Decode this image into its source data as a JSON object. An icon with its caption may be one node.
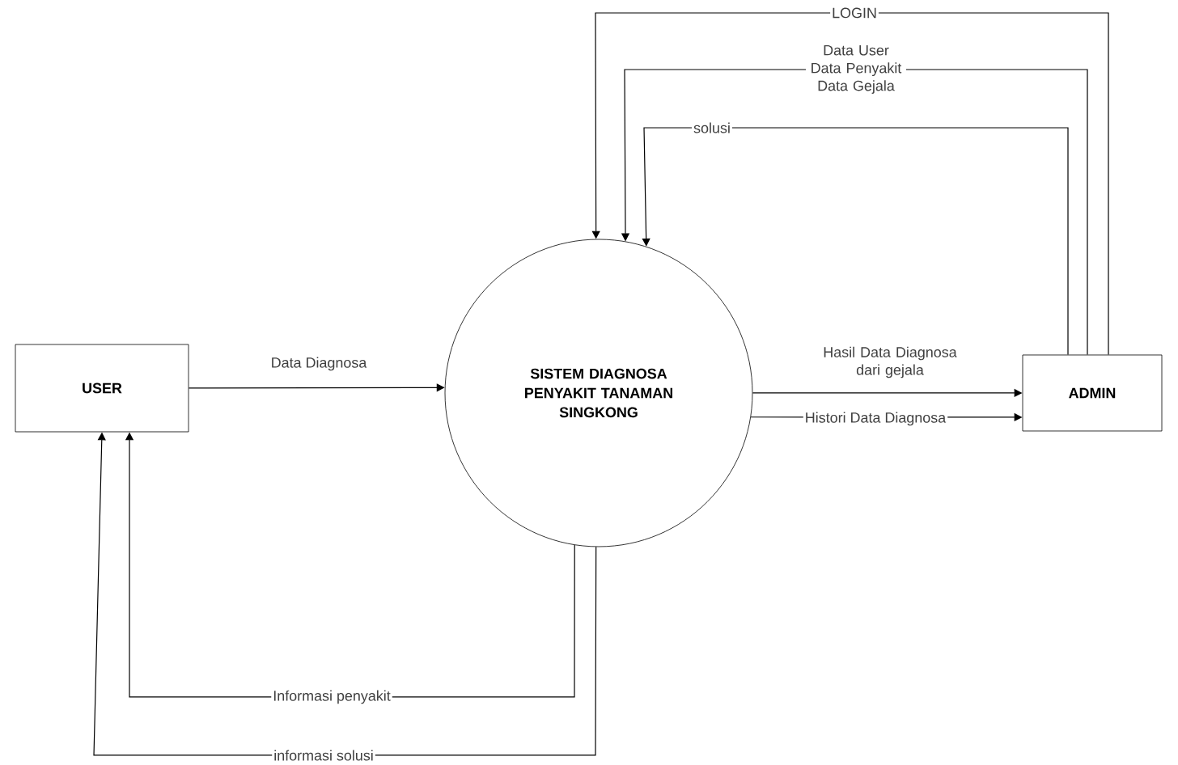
{
  "diagram": {
    "nodes": [
      {
        "text": [
          "USER"
        ]
      },
      {
        "text": [
          "SISTEM DIAGNOSA PENYAKIT TANAMAN SINGKONG"
        ]
      },
      {
        "text": [
          "ADMIN"
        ]
      }
    ],
    "edges": [
      {
        "from": 0,
        "to": 1,
        "arrow": "to",
        "label": "Data Diagnosa"
      },
      {
        "from": 1,
        "to": 2,
        "arrow": "to",
        "label": "Hasil Data Diagnosa dari gejala"
      },
      {
        "from": 1,
        "to": 2,
        "arrow": "to",
        "label": "Histori Data Diagnosa"
      },
      {
        "from": 2,
        "to": 1,
        "arrow": "to",
        "label": "LOGIN"
      },
      {
        "from": 2,
        "to": 1,
        "arrow": "to",
        "label": "Data User Data Penyakit Data Gejala"
      },
      {
        "from": 2,
        "to": 1,
        "arrow": "to",
        "label": "solusi"
      },
      {
        "from": 1,
        "to": 0,
        "arrow": "to",
        "label": "Informasi penyakit"
      },
      {
        "from": 1,
        "to": 0,
        "arrow": "to",
        "label": "informasi solusi"
      }
    ]
  }
}
